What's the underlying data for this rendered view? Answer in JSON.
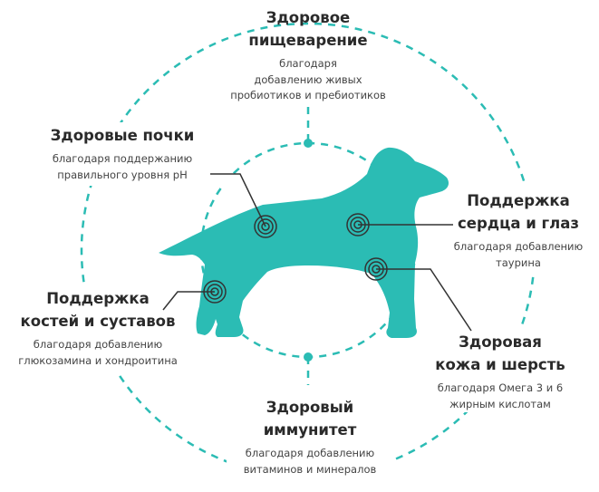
{
  "colors": {
    "accent": "#2bbcb4",
    "line": "#333333",
    "text": "#2a2a2a"
  },
  "benefits": {
    "digestion": {
      "title1": "Здоровое",
      "title2": "пищеварение",
      "desc1": "благодаря",
      "desc2": "добавлению живых",
      "desc3": "пробиотиков и пребиотиков"
    },
    "kidneys": {
      "title1": "Здоровые почки",
      "desc1": "благодаря поддержанию",
      "desc2": "правильного уровня pH"
    },
    "heart": {
      "title1": "Поддержка",
      "title2": "сердца и глаз",
      "desc1": "благодаря добавлению",
      "desc2": "таурина"
    },
    "bones": {
      "title1": "Поддержка",
      "title2": "костей и суставов",
      "desc1": "благодаря добавлению",
      "desc2": "глюкозамина и хондроитина"
    },
    "skin": {
      "title1": "Здоровая",
      "title2": "кожа и шерсть",
      "desc1": "благодаря Омега 3 и 6",
      "desc2": "жирным кислотам"
    },
    "immunity": {
      "title1": "Здоровый",
      "title2": "иммунитет",
      "desc1": "благодаря добавлению",
      "desc2": "витаминов и минералов"
    }
  }
}
